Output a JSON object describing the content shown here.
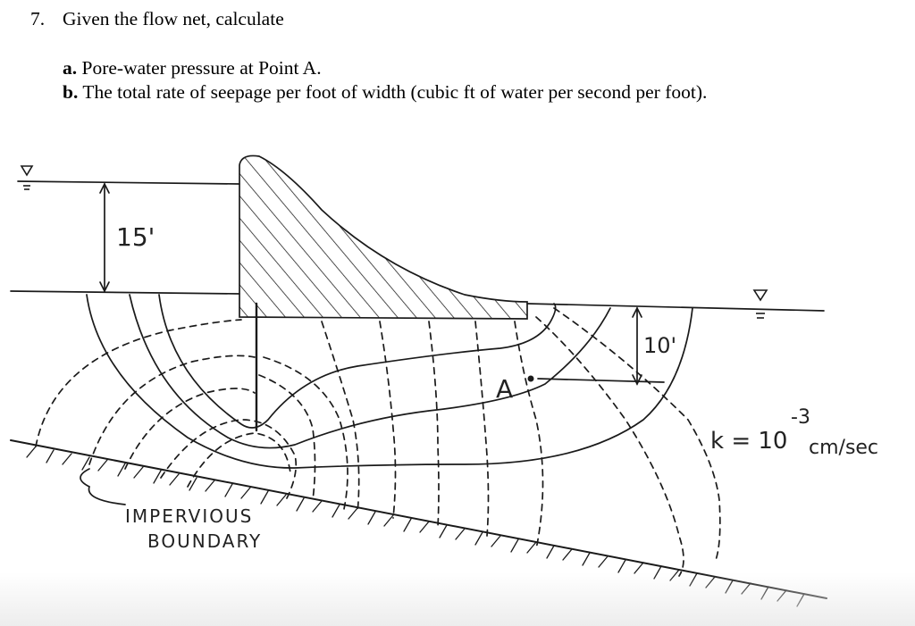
{
  "question": {
    "number": "7.",
    "prompt": "Given the flow net, calculate",
    "parts": [
      {
        "label": "a.",
        "text": " Pore-water pressure at Point A."
      },
      {
        "label": "b.",
        "text": " The total rate of seepage per foot of width (cubic ft of water per second per foot)."
      }
    ]
  },
  "figure": {
    "upstream_head_label": "15'",
    "downstream_depth_label": "10'",
    "point_label": "A",
    "permeability": {
      "base": "k = 10",
      "exponent": "-3",
      "unit": "cm/sec"
    },
    "boundary_label_line1": "IMPERVIOUS",
    "boundary_label_line2": "BOUNDARY",
    "water_table_symbol": "▽"
  }
}
